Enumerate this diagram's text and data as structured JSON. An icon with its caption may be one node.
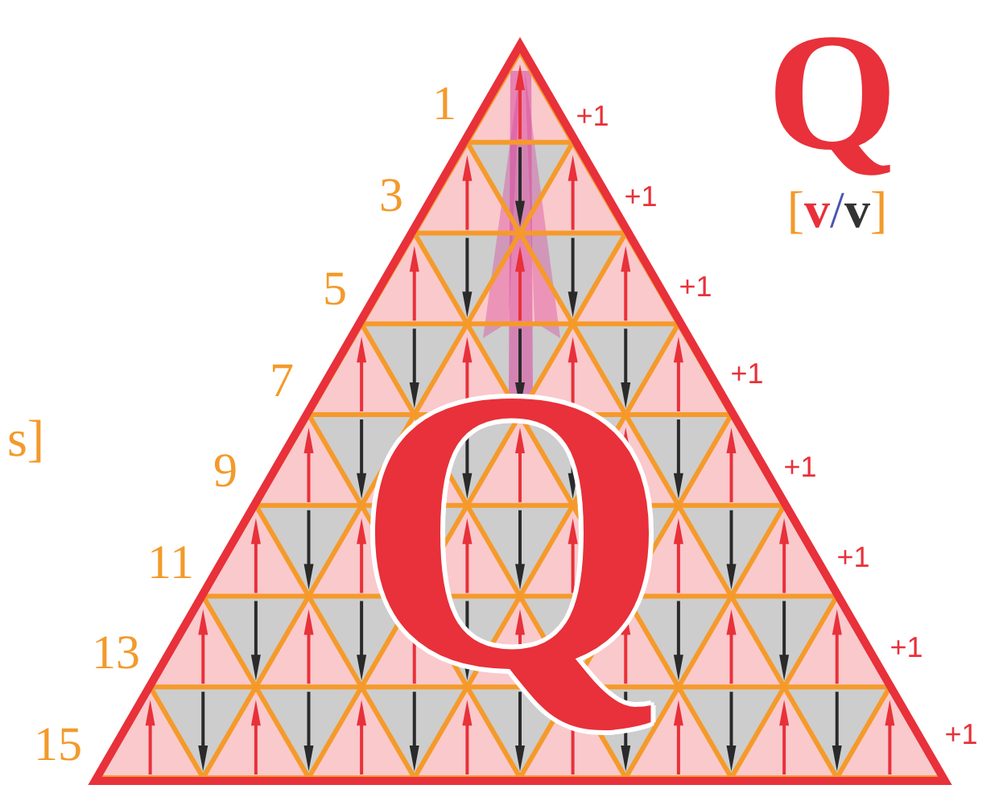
{
  "diagram": {
    "labels": [
      "Q",
      "1",
      "+1",
      "[v/v]",
      "3",
      "+1",
      "5",
      "+1",
      "7",
      "+1",
      "s]",
      "9",
      "+1",
      "Q",
      "11",
      "+1",
      "13",
      "+1",
      "15",
      "+1"
    ]
  }
}
